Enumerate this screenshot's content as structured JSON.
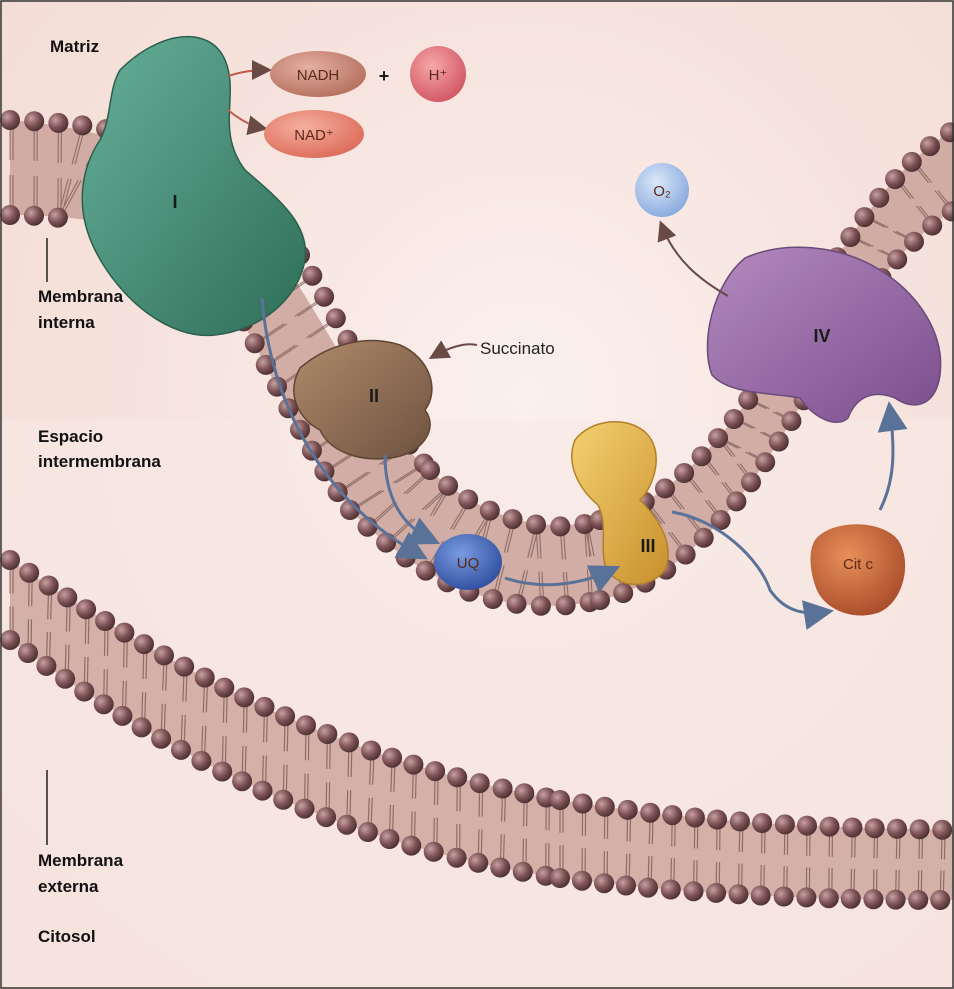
{
  "labels": {
    "matriz": "Matriz",
    "membrana_interna": [
      "Membrana",
      "interna"
    ],
    "espacio": [
      "Espacio",
      "intermembrana"
    ],
    "membrana_externa": [
      "Membrana",
      "externa"
    ],
    "citosol": "Citosol",
    "succinato": "Succinato"
  },
  "complexes": {
    "i": "I",
    "ii": "II",
    "iii": "III",
    "iv": "IV"
  },
  "molecules": {
    "nadh": "NADH",
    "plus": "+",
    "h_plus": "H⁺",
    "nad_plus": "NAD⁺",
    "o2": "O₂",
    "uq": "UQ",
    "cit_c": "Cit c"
  },
  "colors": {
    "complex_i": "#3f8a72",
    "complex_ii": "#8a6a52",
    "complex_iii": "#e0b048",
    "complex_iv": "#9a6aa8",
    "uq": "#3a62b8",
    "cit_c": "#c8643a",
    "o2": "#a8c4ec",
    "nadh": "#c88a78",
    "h_plus": "#e0707a",
    "nad_plus": "#e88070",
    "membrane_head": "#7a5052",
    "membrane_band": "#c49a8c",
    "arrow": "#5a7298"
  }
}
